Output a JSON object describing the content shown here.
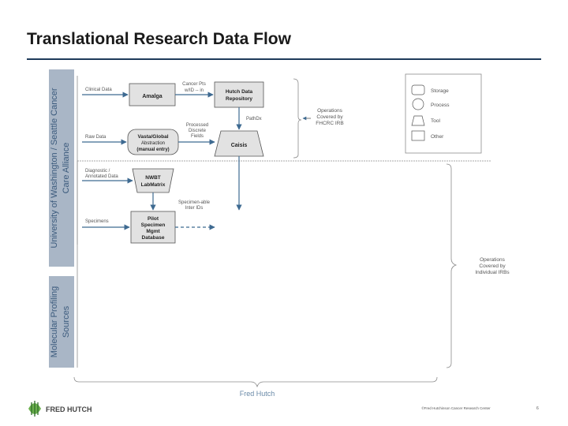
{
  "title": "Translational Research Data Flow",
  "side_labels": {
    "uw_line1": "University of Washington / Seattle Cancer",
    "uw_line2": "Care Alliance",
    "mp_line1": "Molecular Profiling",
    "mp_line2": "Sources"
  },
  "boxes": {
    "amalga": "Amalga",
    "hutch_line1": "Hutch Data",
    "hutch_line2": "Repository",
    "vasta_line1": "Vasta/Global",
    "vasta_line2": "Abstraction",
    "vasta_line3": "(manual entry)",
    "caisis": "Caisis",
    "nwbt_line1": "NWBT",
    "nwbt_line2": "LabMatrix",
    "pilot_line1": "Pilot",
    "pilot_line2": "Specimen",
    "pilot_line3": "Mgmt",
    "pilot_line4": "Database"
  },
  "flow_labels": {
    "clinical_data": "Clinical Data",
    "cancer_pts_line1": "Cancer Pts",
    "cancer_pts_line2": "w/ID -- in",
    "path_dx": "PathDx",
    "raw_data": "Raw Data",
    "processed_line1": "Processed",
    "processed_line2": "Discrete",
    "processed_line3": "Fields",
    "dx_line1": "Diagnostic /",
    "dx_line2": "Annotated Data",
    "specimen_line1": "Specimen-able",
    "specimen_line2": "Inter IDs",
    "specimens": "Specimens"
  },
  "annotations": {
    "ops_top_line1": "Operations",
    "ops_top_line2": "Covered by",
    "ops_top_line3": "FHCRC IRB",
    "ops_bottom_line1": "Operations",
    "ops_bottom_line2": "Covered by",
    "ops_bottom_line3": "Individual IRBs",
    "fred_hutch_caption": "Fred Hutch"
  },
  "legend": {
    "storage": "Storage",
    "process": "Process",
    "tool": "Tool",
    "other": "Other"
  },
  "footer": {
    "logo_text": "FRED HUTCH",
    "copyright": "©Fred Hutchinson Cancer Research Center",
    "page_number": "6"
  },
  "colors": {
    "panel": "#a9b6c6",
    "panel_text": "#3c5b7d",
    "box_fill": "#e2e2e2",
    "arrow": "#3e6a91",
    "logo_green": "#6ab04c",
    "rule": "#1f3b5a"
  }
}
